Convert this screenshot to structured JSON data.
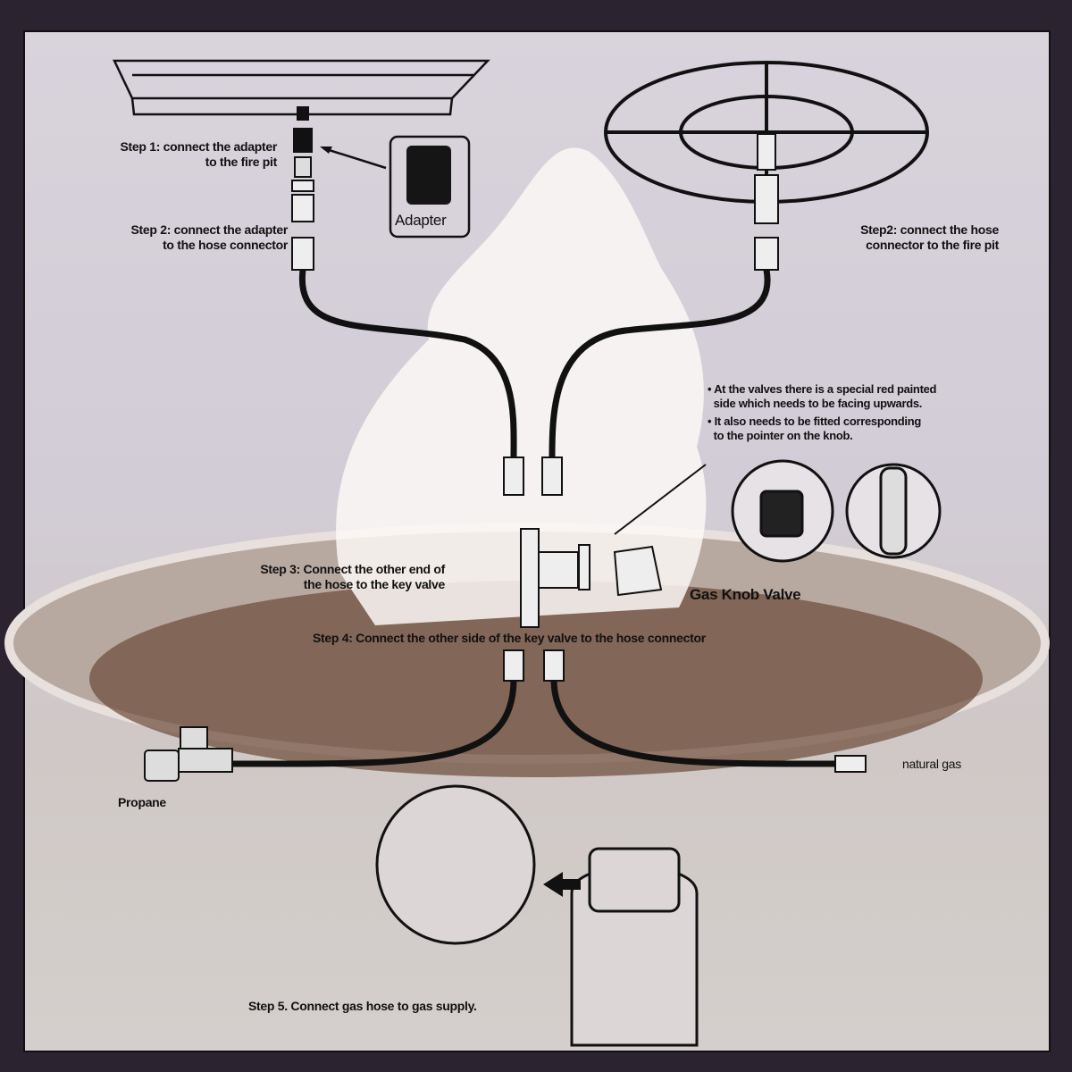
{
  "steps": {
    "step1": [
      "Step 1: connect the adapter",
      "to the fire pit"
    ],
    "step2_left": [
      "Step 2: connect the adapter",
      "to the hose connector"
    ],
    "step2_right": [
      "Step2: connect the hose",
      "connector to the fire pit"
    ],
    "step3": [
      "Step 3: Connect the other end of",
      "the hose to the key valve"
    ],
    "step4": "Step 4: Connect the other side of the key valve to the hose connector",
    "step5": "Step 5. Connect gas hose to gas supply."
  },
  "adapter_label": "Adapter",
  "notes": [
    [
      "At the valves there is a special red painted",
      "side which needs to be facing upwards."
    ],
    [
      "It also needs to be fitted corresponding",
      "to the pointer on the knob."
    ]
  ],
  "gas_knob_label": "Gas Knob Valve",
  "propane_label": "Propane",
  "natural_gas_label": "natural gas"
}
